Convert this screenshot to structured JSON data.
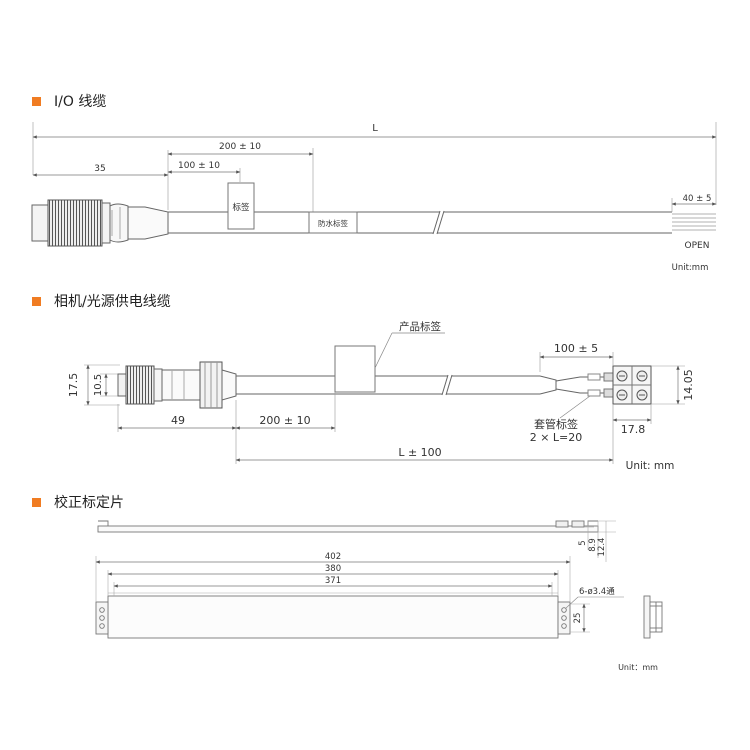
{
  "sections": [
    {
      "title": "I/O 线缆",
      "color": "#f07c22"
    },
    {
      "title": "相机/光源供电线缆",
      "color": "#f07c22"
    },
    {
      "title": "校正标定片",
      "color": "#f07c22"
    }
  ],
  "io_cable": {
    "dim_L": "L",
    "dim_200": "200 ± 10",
    "dim_100": "100 ± 10",
    "dim_35": "35",
    "label_tag": "标签",
    "waterproof_tag": "防水标签",
    "dim_40": "40 ± 5",
    "open": "OPEN",
    "unit": "Unit:mm"
  },
  "power_cable": {
    "product_tag": "产品标签",
    "dim_100": "100 ± 5",
    "dim_17_5": "17.5",
    "dim_10_5": "10.5",
    "dim_14_05": "14.05",
    "dim_49": "49",
    "dim_200": "200 ± 10",
    "sleeve_tag": "套管标签",
    "sleeve_len": "2 × L=20",
    "dim_17_8": "17.8",
    "dim_L": "L ± 100",
    "unit": "Unit: mm"
  },
  "calibration": {
    "dim_5": "5",
    "dim_8_9": "8.9",
    "dim_12_4": "12.4",
    "dim_402": "402",
    "dim_380": "380",
    "dim_371": "371",
    "holes": "6-ø3.4通",
    "dim_25": "25",
    "unit": "Unit：mm"
  }
}
